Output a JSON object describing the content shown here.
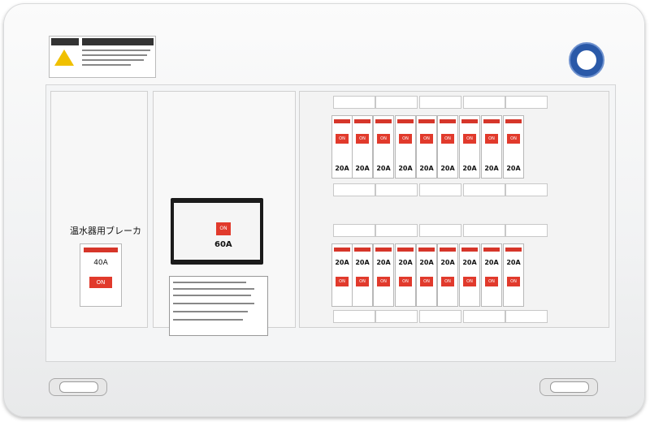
{
  "heater": {
    "label": "温水器用ブレーカ",
    "amperage": "40A",
    "on": "ON"
  },
  "main_breaker": {
    "amperage": "60A",
    "on": "ON"
  },
  "branches_top": [
    {
      "amp": "20A",
      "on": "ON"
    },
    {
      "amp": "20A",
      "on": "ON"
    },
    {
      "amp": "20A",
      "on": "ON"
    },
    {
      "amp": "20A",
      "on": "ON"
    },
    {
      "amp": "20A",
      "on": "ON"
    },
    {
      "amp": "20A",
      "on": "ON"
    },
    {
      "amp": "20A",
      "on": "ON"
    },
    {
      "amp": "20A",
      "on": "ON"
    },
    {
      "amp": "20A",
      "on": "ON"
    }
  ],
  "branches_bottom": [
    {
      "amp": "20A",
      "on": "ON"
    },
    {
      "amp": "20A",
      "on": "ON"
    },
    {
      "amp": "20A",
      "on": "ON"
    },
    {
      "amp": "20A",
      "on": "ON"
    },
    {
      "amp": "20A",
      "on": "ON"
    },
    {
      "amp": "20A",
      "on": "ON"
    },
    {
      "amp": "20A",
      "on": "ON"
    },
    {
      "amp": "20A",
      "on": "ON"
    },
    {
      "amp": "20A",
      "on": "ON"
    }
  ],
  "colors": {
    "accent": "#e13a2c",
    "logo": "#2a59a8"
  }
}
